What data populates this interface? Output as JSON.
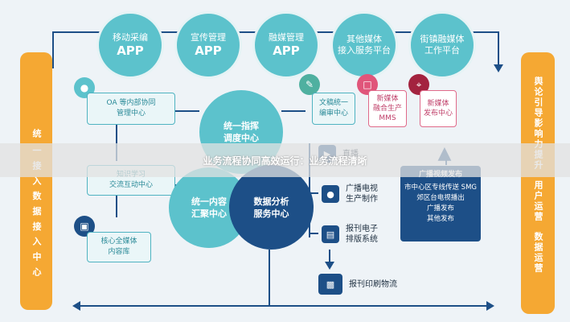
{
  "top_apps": [
    {
      "l1": "移动采编",
      "l2": "APP"
    },
    {
      "l1": "宣传管理",
      "l2": "APP"
    },
    {
      "l1": "融媒管理",
      "l2": "APP"
    },
    {
      "l1": "其他媒体",
      "l2": "接入服务平台"
    },
    {
      "l1": "街镇融媒体",
      "l2": "工作平台"
    }
  ],
  "left_bar": {
    "top": "统",
    "text": "一 接 入 数 据 接 入 中 心"
  },
  "right_bar": {
    "text1": "舆论引导影响力提升",
    "text2": "用户运营",
    "text3": "数据运营"
  },
  "left_boxes": {
    "oa": "OA 等内部协同\n管理中心",
    "knowledge": "知识学习\n交流互动中心",
    "core": "核心全媒体\n内容库"
  },
  "circles": {
    "dispatch": "统一指挥\n调度中心",
    "content": "统一内容\n汇聚中心",
    "analysis": "数据分析\n服务中心"
  },
  "red_boxes": {
    "editor": "文稿统一\n编审中心",
    "newmedia_prod": "新媒体\n融合生产\nMMS",
    "newmedia_pub": "新媒体\n发布中心"
  },
  "items": {
    "tv": "广播电视\n生产制作",
    "paper": "报刊电子\n排版系统",
    "print": "报刊印刷物流",
    "other": "直播"
  },
  "broadcast": {
    "title": "广播视频发布",
    "lines": [
      "市中心区专线传送 SMG",
      "郊区台电视播出",
      "广播发布",
      "其他发布"
    ]
  },
  "banner": "业务流程协同高效运行：业务流程清晰",
  "colors": {
    "teal": "#5cc2cc",
    "orange": "#f5a833",
    "navy": "#1d4f87",
    "red": "#d9456e"
  }
}
